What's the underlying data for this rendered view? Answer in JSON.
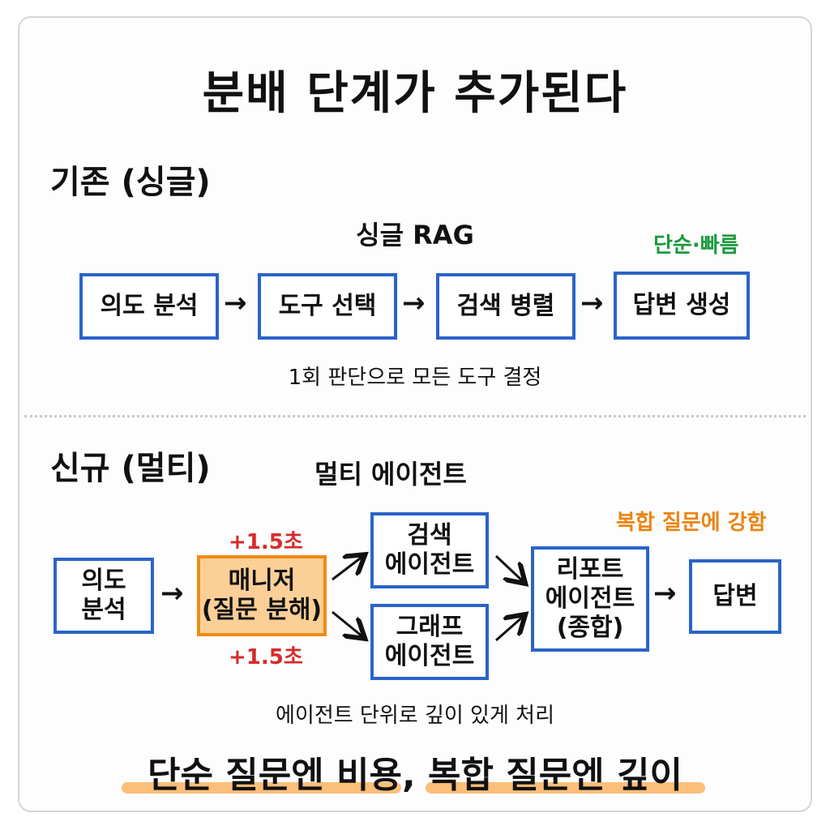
{
  "title": "분배 단계가 추가된다",
  "legacy": {
    "heading": "기존 (싱글)",
    "subtitle": "싱글 RAG",
    "badge": "단순·빠름",
    "steps": [
      "의도 분석",
      "도구 선택",
      "검색 병렬",
      "답변 생성"
    ],
    "arrows": [
      "→",
      "→",
      "→"
    ],
    "caption": "1회 판단으로 모든 도구 결정"
  },
  "multi": {
    "heading": "신규 (멀티)",
    "subtitle": "멀티 에이전트",
    "badge": "복합 질문에 강함",
    "intent_line1": "의도",
    "intent_line2": "분석",
    "manager_line1": "매니저",
    "manager_line2": "(질문 분해)",
    "delay_top": "+1.5초",
    "delay_bottom": "+1.5초",
    "search_line1": "검색",
    "search_line2": "에이전트",
    "graph_line1": "그래프",
    "graph_line2": "에이전트",
    "report_line1": "리포트",
    "report_line2": "에이전트",
    "report_line3": "(종합)",
    "answer": "답변",
    "arrow": "→",
    "caption": "에이전트 단위로 깊이 있게 처리"
  },
  "bottom": {
    "part1": "단순 질문엔 비용,",
    "part2": "복합 질문엔 깊이"
  },
  "colors": {
    "box_border": "#2a64c8",
    "manager_fill": "#fbcf96",
    "manager_border": "#ef8c16",
    "green": "#1d9a3e",
    "red": "#d72b2b",
    "orange": "#ea8413"
  }
}
